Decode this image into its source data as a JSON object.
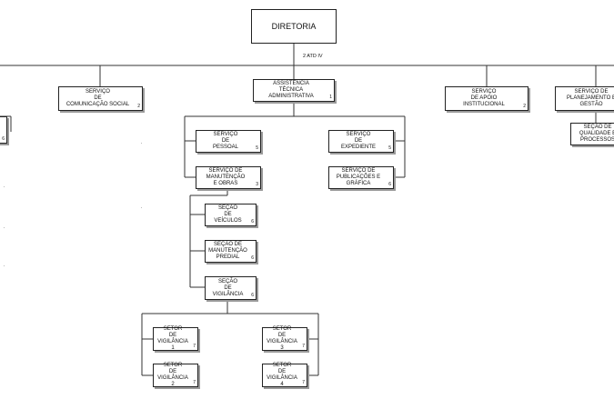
{
  "diretoria": {
    "label": "DIRETORIA"
  },
  "atd_label": "2 ATD IV",
  "left_cut": {
    "num": "6"
  },
  "comunicacao": {
    "label": "SERVIÇO\nDE\nCOMUNICAÇÃO SOCIAL",
    "num": "2"
  },
  "assistencia": {
    "label": "ASSISTÊNCIA\nTÉCNICA\nADMINISTRATIVA",
    "num": "1"
  },
  "apoio": {
    "label": "SERVIÇO\nDE APOIO\nINSTITUCIONAL",
    "num": "2"
  },
  "planejamento": {
    "label": "SERVIÇO DE\nPLANEJAMENTO E\nGESTÃO"
  },
  "qualidade": {
    "label": "SEÇÃO DE\nQUALIDADE E\nPROCESSOS"
  },
  "pessoal": {
    "label": "SERVIÇO\nDE\nPESSOAL",
    "num": "5"
  },
  "expediente": {
    "label": "SERVIÇO\nDE\nEXPEDIENTE",
    "num": "5"
  },
  "manutencao_obras": {
    "label": "SERVIÇO DE\nMANUTENÇÃO\nE OBRAS",
    "num": "3"
  },
  "publicacoes": {
    "label": "SERVIÇO DE\nPUBLICAÇÕES E\nGRÁFICA",
    "num": "6"
  },
  "veiculos": {
    "label": "SEÇÃO\nDE\nVEÍCULOS",
    "num": "6"
  },
  "manutencao_predial": {
    "label": "SEÇÃO DE\nMANUTENÇÃO\nPREDIAL",
    "num": "6"
  },
  "vigilancia": {
    "label": "SEÇÃO\nDE\nVIGILÂNCIA",
    "num": "6"
  },
  "vig1": {
    "label": "SETOR\nDE\nVIGILÂNCIA 1",
    "num": "7"
  },
  "vig2": {
    "label": "SETOR\nDE\nVIGILÂNCIA 2",
    "num": "7"
  },
  "vig3": {
    "label": "SETOR\nDE\nVIGILÂNCIA 3",
    "num": "7"
  },
  "vig4": {
    "label": "SETOR\nDE\nVIGILÂNCIA 4",
    "num": "7"
  }
}
